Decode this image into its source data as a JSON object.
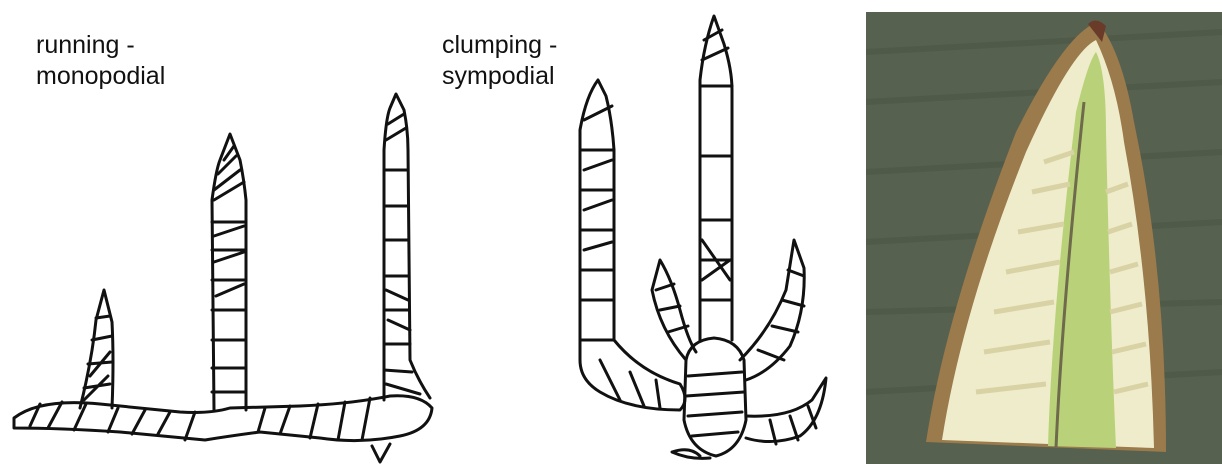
{
  "labels": {
    "running": "running -\nmonopodial",
    "clumping": "clumping -\nsympodial"
  },
  "colors": {
    "ink": "#111111",
    "photo_background": "#56614f",
    "shoot_sheath": "#9b7a4c",
    "shoot_flesh": "#efeccc",
    "shoot_core": "#b9d27a"
  },
  "photo": {
    "subject": "bamboo-shoot-cross-section"
  }
}
